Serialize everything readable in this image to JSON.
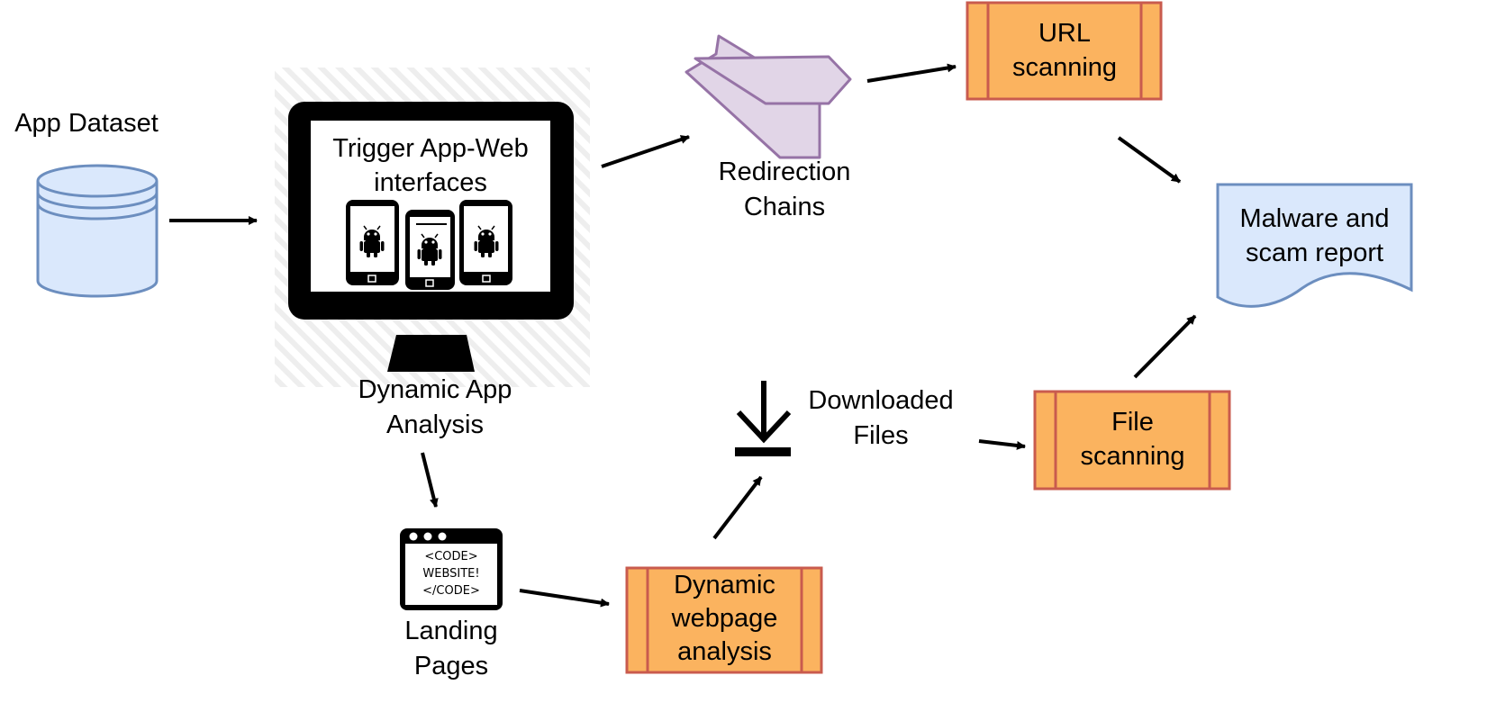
{
  "nodes": {
    "app_dataset": {
      "label": "App Dataset"
    },
    "dynamic_app_analysis": {
      "screen_title": [
        "Trigger App-Web",
        "interfaces"
      ],
      "label": [
        "Dynamic App",
        "Analysis"
      ]
    },
    "redirection_chains": {
      "label": [
        "Redirection",
        "Chains"
      ]
    },
    "url_scanning": {
      "label": [
        "URL",
        "scanning"
      ]
    },
    "report": {
      "label": [
        "Malware and",
        "scam report"
      ]
    },
    "landing_pages": {
      "browser_text": [
        "<CODE>",
        "WEBSITE!",
        "</CODE>"
      ],
      "label": [
        "Landing",
        "Pages"
      ]
    },
    "dynamic_webpage_analysis": {
      "label": [
        "Dynamic",
        "webpage",
        "analysis"
      ]
    },
    "downloaded_files": {
      "label": [
        "Downloaded",
        "Files"
      ]
    },
    "file_scanning": {
      "label": [
        "File",
        "scanning"
      ]
    }
  },
  "colors": {
    "process_fill": "#fbb35f",
    "process_stroke": "#c95b4e",
    "db_fill": "#dae8fc",
    "db_stroke": "#6c8ebf",
    "doc_fill": "#dae8fc",
    "redirect_fill": "#e1d5e7",
    "redirect_stroke": "#9673a6",
    "arrow": "#000000"
  },
  "icons": {
    "database": "database-icon",
    "monitor": "monitor-icon",
    "android": "android-phone-icon",
    "redirect": "redirect-arrows-icon",
    "browser": "browser-window-icon",
    "download": "download-icon",
    "document": "document-icon"
  }
}
